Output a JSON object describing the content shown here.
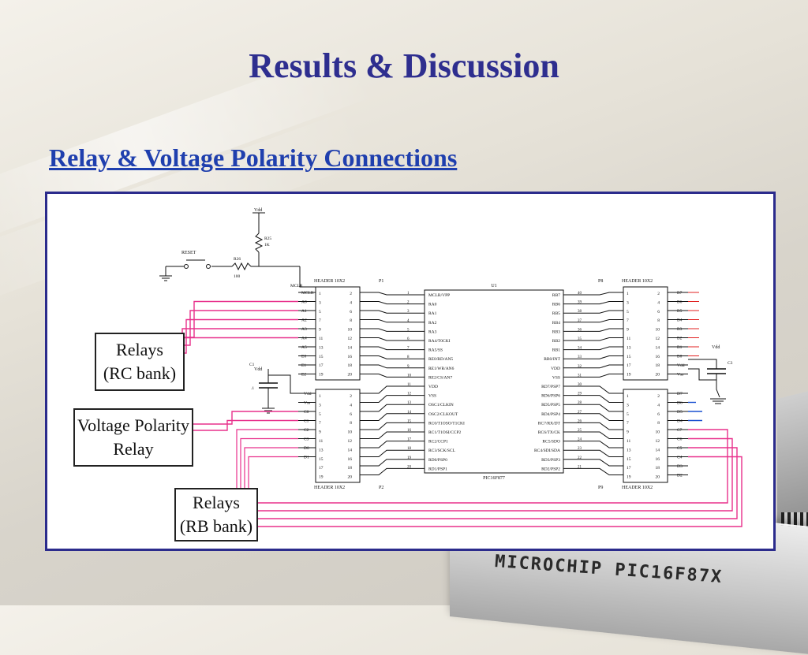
{
  "slide": {
    "title": "Results & Discussion",
    "subtitle": "Relay & Voltage Polarity Connections"
  },
  "diagram": {
    "blocks": {
      "relays_rc_line1": "Relays",
      "relays_rc_line2": "(RC bank)",
      "polarity_line1": "Voltage Polarity",
      "polarity_line2": "Relay",
      "relays_rb_line1": "Relays",
      "relays_rb_line2": "(RB bank)"
    },
    "labels": {
      "vdd": "Vdd",
      "reset": "RESET",
      "r25": "R25",
      "r25_value": "1K",
      "r26": "R26",
      "r26_value": "100",
      "c1": "C1",
      "c1_value": ".1",
      "c3": "C3",
      "p1": "P1",
      "p8": "P8",
      "p2": "P2",
      "p9": "P9",
      "u1": "U1",
      "mclr": "MCLR",
      "header_top_left": "HEADER 10X2",
      "header_top_right": "HEADER 10X2",
      "header_bottom_left": "HEADER 10X2",
      "header_bottom_right": "HEADER 10X2",
      "chip_name": "PIC16F877"
    },
    "pins_left": [
      "MCLR/VPP",
      "RA0",
      "RA1",
      "RA2",
      "RA3",
      "RA4/T0CKI",
      "RA5/SS",
      "RE0/RD/AN5",
      "RE1/WR/AN6",
      "RE2/CS/AN7",
      "VDD",
      "VSS",
      "OSC1/CLKIN",
      "OSC2/CLKOUT",
      "RC0/T1OSO/T1CKI",
      "RC1/T1OSI/CCP2",
      "RC2/CCP1",
      "RC3/SCK/SCL",
      "RD0/PSP0",
      "RD1/PSP1"
    ],
    "pin_numbers_left": [
      "1",
      "2",
      "3",
      "4",
      "5",
      "6",
      "7",
      "8",
      "9",
      "10",
      "11",
      "12",
      "13",
      "14",
      "15",
      "16",
      "17",
      "18",
      "19",
      "20"
    ],
    "pins_right": [
      "RB7",
      "RB6",
      "RB5",
      "RB4",
      "RB3",
      "RB2",
      "RB1",
      "RB0/INT",
      "VDD",
      "VSS",
      "RD7/PSP7",
      "RD6/PSP6",
      "RD5/PSP5",
      "RD4/PSP4",
      "RC7/RX/DT",
      "RC6/TX/CK",
      "RC5/SDO",
      "RC4/SDI/SDA",
      "RD3/PSP3",
      "RD2/PSP2"
    ],
    "pin_numbers_right": [
      "40",
      "39",
      "38",
      "37",
      "36",
      "35",
      "34",
      "33",
      "32",
      "31",
      "30",
      "29",
      "28",
      "27",
      "26",
      "25",
      "24",
      "23",
      "22",
      "21"
    ],
    "net_left_top": [
      "MCLR",
      "A0",
      "A1",
      "A2",
      "A3",
      "A4",
      "A5",
      "E0",
      "E1",
      "E2"
    ],
    "net_left_bottom": [
      "Vdd",
      "Vss",
      "C0",
      "C1",
      "C2",
      "C3",
      "D0",
      "D1"
    ],
    "net_right_top": [
      "B7",
      "B6",
      "B5",
      "B4",
      "B3",
      "B2",
      "B1",
      "B0",
      "Vdd",
      "Vss"
    ],
    "net_right_bottom": [
      "D7",
      "D6",
      "D5",
      "D4",
      "C7",
      "C6",
      "C5",
      "C4",
      "D3",
      "D2"
    ],
    "header_pins_odd": [
      "1",
      "3",
      "5",
      "7",
      "9",
      "11",
      "13",
      "15",
      "17",
      "19"
    ],
    "header_pins_even": [
      "2",
      "4",
      "6",
      "8",
      "10",
      "12",
      "14",
      "16",
      "18",
      "20"
    ]
  },
  "photo": {
    "chip_marking": "MICROCHIP PIC16F87X"
  },
  "colors": {
    "title": "#2e2e8f",
    "subtitle": "#1f3fae",
    "frame_border": "#2b2b8c",
    "wire_pink": "#e8308c",
    "wire_blue": "#1a50d0",
    "schematic": "#111111"
  }
}
